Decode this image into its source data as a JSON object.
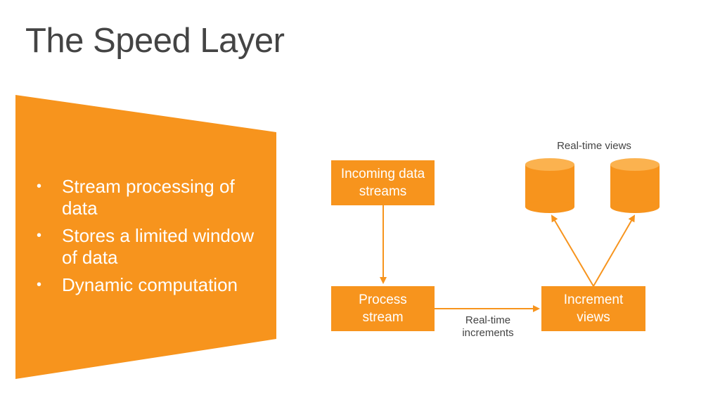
{
  "slide": {
    "title": "The Speed Layer"
  },
  "bullets": [
    "Stream processing of data",
    "Stores a limited window of data",
    "Dynamic computation"
  ],
  "diagram": {
    "incoming_box": "Incoming data streams",
    "process_box": "Process stream",
    "increment_box": "Increment views",
    "views_label": "Real-time views",
    "increments_label": "Real-time increments"
  },
  "colors": {
    "accent": "#f7941d",
    "title_text": "#444444",
    "background": "#ffffff"
  }
}
